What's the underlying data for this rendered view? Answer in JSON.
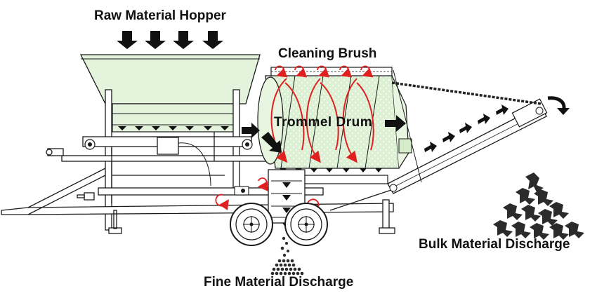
{
  "labels": {
    "hopper": "Raw Material Hopper",
    "brush": "Cleaning Brush",
    "drum": "Trommel Drum",
    "bulk": "Bulk Material Discharge",
    "fine": "Fine Material Discharge"
  },
  "colors": {
    "line": "#1a1a1a",
    "hopper_fill": "#e4f3dc",
    "drum_fill": "#daf0d2",
    "rotation_arrow": "#e02020",
    "flow_arrow": "#000000",
    "particles": "#2b2b2b"
  }
}
